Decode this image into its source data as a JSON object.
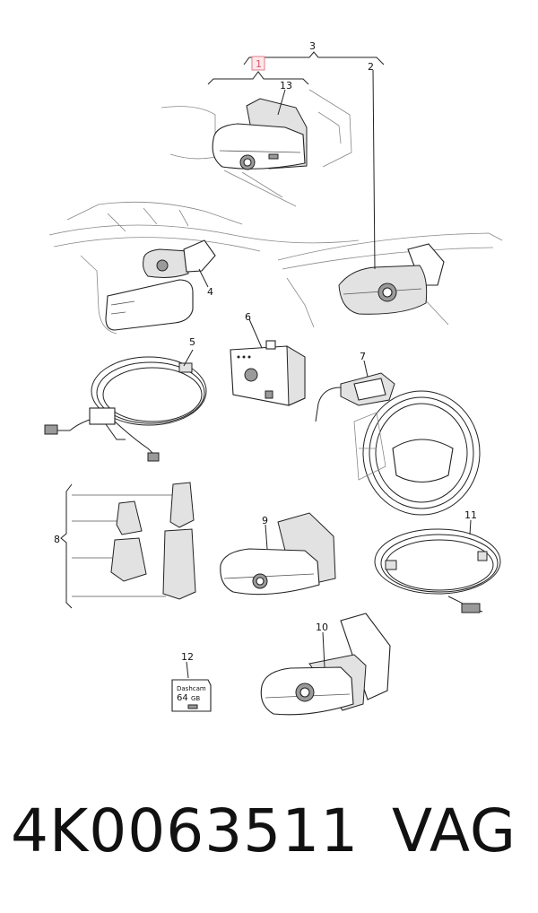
{
  "callouts": [
    "1",
    "2",
    "3",
    "4",
    "5",
    "6",
    "7",
    "8",
    "9",
    "10",
    "11",
    "12",
    "13"
  ],
  "sd_card": {
    "label": "Dashcam",
    "capacity": "64",
    "unit": "GB"
  },
  "footer": {
    "part_number": "4K0063511",
    "brand": "VAG"
  }
}
